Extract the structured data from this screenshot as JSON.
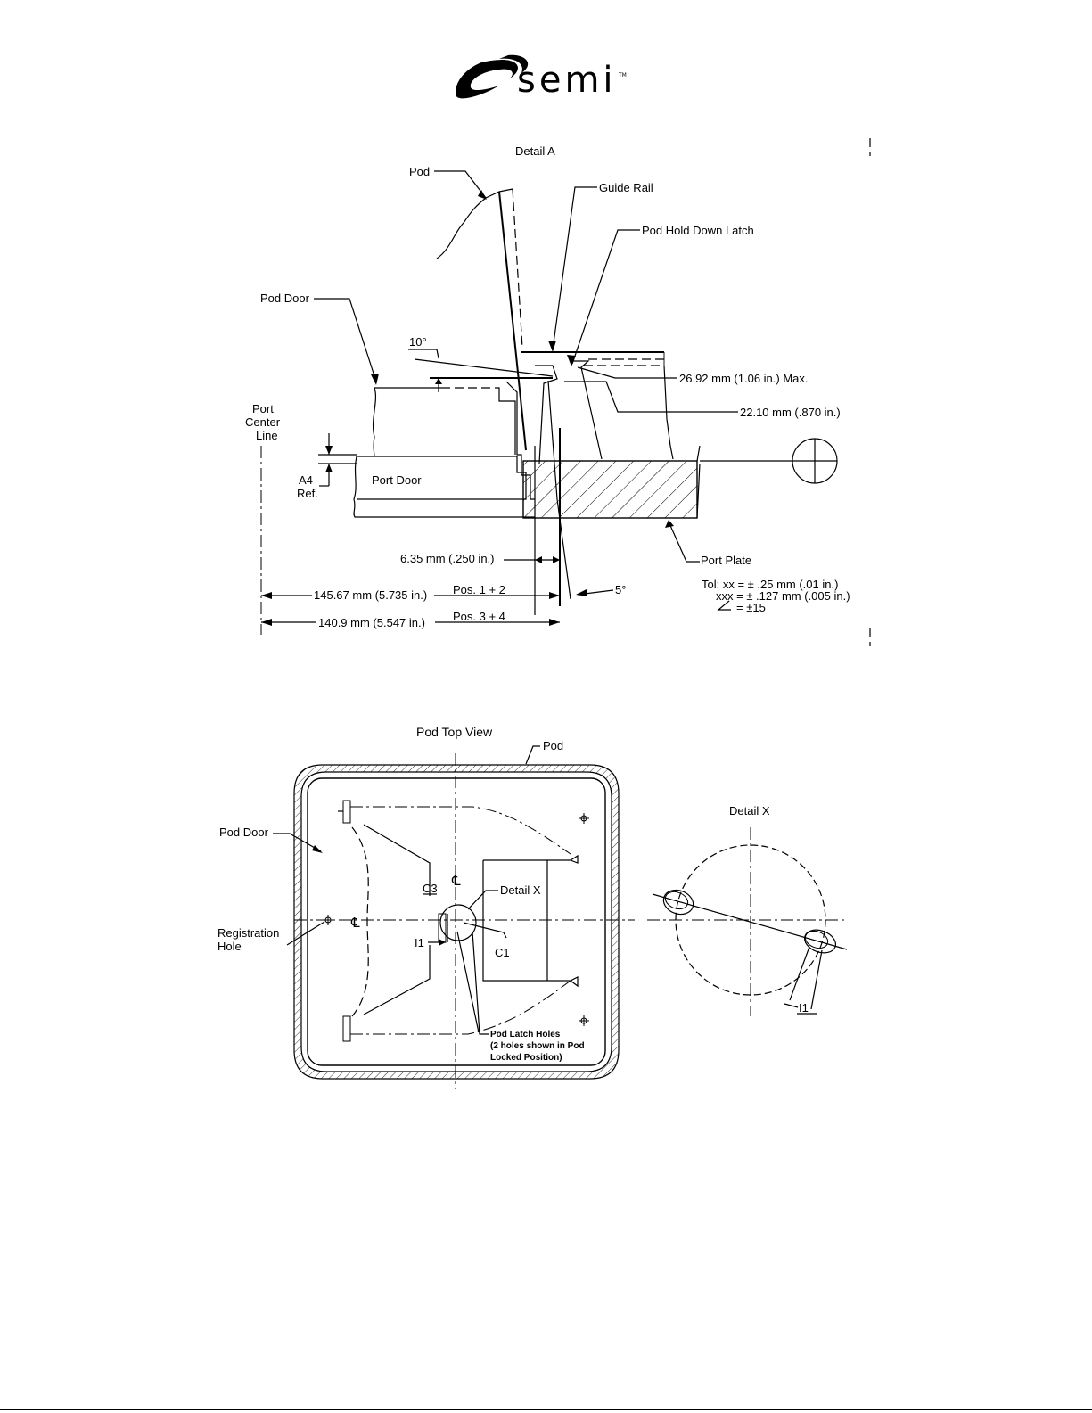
{
  "logo": {
    "wordmark": "semi",
    "trademark": "TM"
  },
  "detail_a": {
    "title": "Detail A",
    "labels": {
      "pod": "Pod",
      "guide_rail": "Guide Rail",
      "pod_hold_down_latch": "Pod Hold Down Latch",
      "pod_door": "Pod Door",
      "angle_10": "10°",
      "dim_26_92": "26.92 mm (1.06 in.) Max.",
      "dim_22_10": "22.10 mm (.870 in.)",
      "port_center_line_1": "Port",
      "port_center_line_2": "Center",
      "port_center_line_3": "Line",
      "a4_1": "A4",
      "a4_2": "Ref.",
      "port_door": "Port Door",
      "dim_6_35": "6.35 mm (.250 in.)",
      "port_plate": "Port Plate",
      "dim_145_67": "145.67 mm (5.735 in.)",
      "pos_1_2": "Pos. 1 + 2",
      "angle_5": "5°",
      "dim_140_9": "140.9 mm (5.547 in.)",
      "pos_3_4": "Pos. 3 + 4",
      "tol_1": "Tol: xx = ± .25 mm (.01 in.)",
      "tol_2": "xxx = ± .127 mm (.005 in.)",
      "tol_3": "= ±15"
    }
  },
  "pod_top_view": {
    "title": "Pod Top View",
    "labels": {
      "pod": "Pod",
      "pod_door": "Pod Door",
      "registration_hole_1": "Registration",
      "registration_hole_2": "Hole",
      "c3": "C3",
      "detail_x": "Detail X",
      "i1": "I1",
      "c1": "C1",
      "latch_1": "Pod Latch Holes",
      "latch_2": "(2 holes shown in Pod",
      "latch_3": "Locked Position)"
    }
  },
  "detail_x": {
    "title": "Detail X",
    "labels": {
      "i1": "I1"
    }
  }
}
